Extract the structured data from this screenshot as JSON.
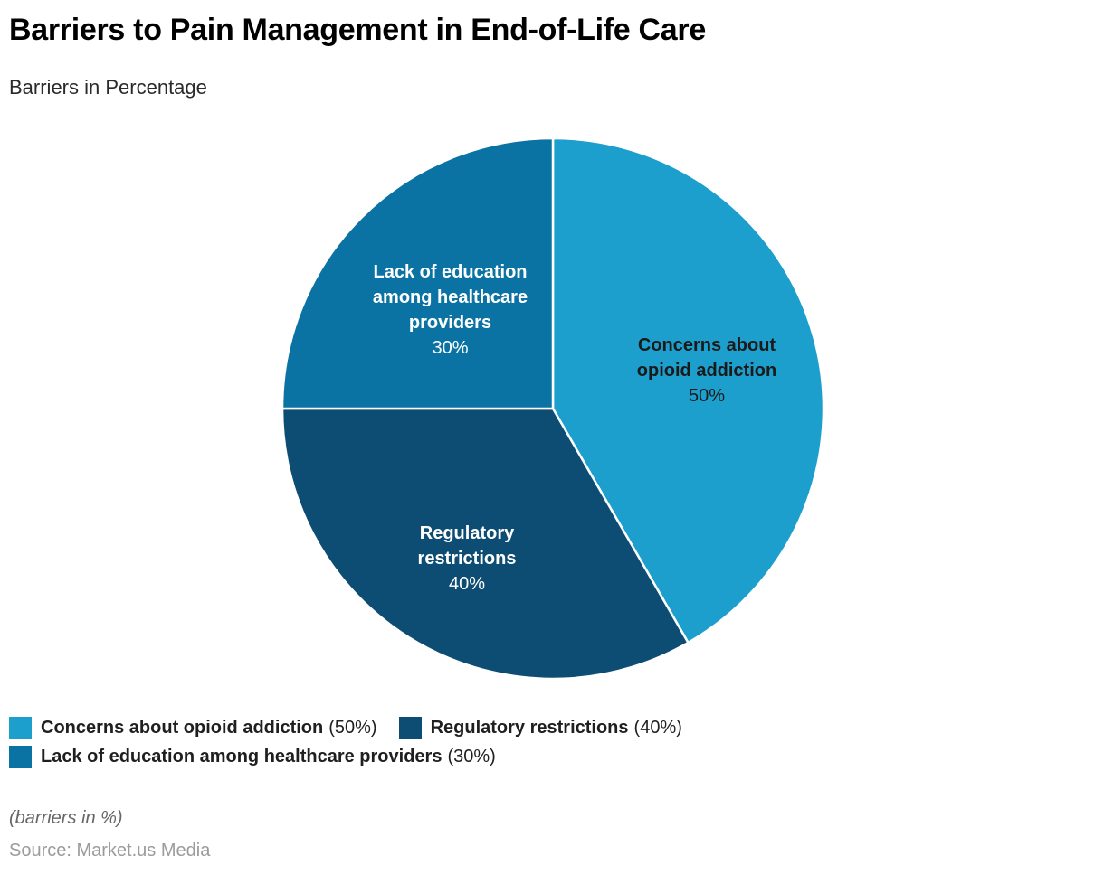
{
  "header": {
    "title": "Barriers to Pain Management in End-of-Life Care",
    "subtitle": "Barriers in Percentage"
  },
  "chart_data": {
    "type": "pie",
    "title": "Barriers to Pain Management in End-of-Life Care",
    "subtitle": "Barriers in Percentage",
    "unit": "%",
    "value_total_for_angles": 120,
    "start_angle": "12 o'clock",
    "direction": "clockwise",
    "separator_color": "#FFFFFF",
    "slices": [
      {
        "label": "Concerns about opioid addiction",
        "value": 50,
        "pct_label": "50%",
        "color": "#1D9FCE",
        "label_color": "#1A1A1A"
      },
      {
        "label": "Regulatory restrictions",
        "value": 40,
        "pct_label": "40%",
        "color": "#0E4D73",
        "label_color": "#FFFFFF"
      },
      {
        "label": "Lack of education among healthcare providers",
        "value": 30,
        "pct_label": "30%",
        "color": "#0B73A3",
        "label_color": "#FFFFFF"
      }
    ]
  },
  "legend": {
    "items": [
      {
        "label": "Concerns about opioid addiction",
        "pct": "(50%)",
        "color": "#1D9FCE"
      },
      {
        "label": "Regulatory restrictions",
        "pct": "(40%)",
        "color": "#0E4D73"
      },
      {
        "label": "Lack of education among healthcare providers",
        "pct": "(30%)",
        "color": "#0B73A3"
      }
    ]
  },
  "footer": {
    "note": "(barriers in %)",
    "source": "Source: Market.us Media"
  }
}
